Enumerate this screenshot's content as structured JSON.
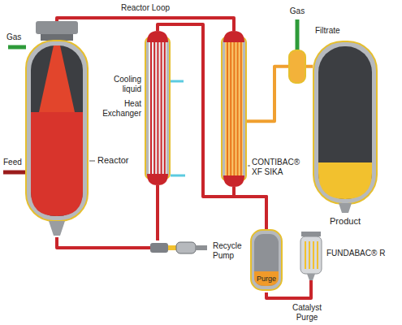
{
  "diagram": {
    "nodes": [
      {
        "text": [
          "Reactor"
        ]
      },
      {
        "text": [
          "Heat Exchanger"
        ]
      },
      {
        "text": [
          "CONTIBAC® XF SIKA"
        ]
      },
      {
        "text": [
          "Product"
        ]
      },
      {
        "text": [
          "Recycle Pump"
        ]
      },
      {
        "text": [
          "Purge"
        ]
      },
      {
        "text": [
          "FUNDABAC® R"
        ]
      }
    ],
    "edges": [
      {
        "from": 0,
        "to": 2,
        "label": "Reactor Loop",
        "arrow": "none"
      },
      {
        "from": 0,
        "to": 4,
        "arrow": "none"
      },
      {
        "from": 4,
        "to": 1,
        "arrow": "none"
      },
      {
        "from": 1,
        "to": 5,
        "arrow": "none"
      },
      {
        "from": 2,
        "to": 5,
        "arrow": "none"
      },
      {
        "from": 5,
        "to": 6,
        "arrow": "none"
      },
      {
        "from": 2,
        "to": 3,
        "arrow": "none"
      }
    ],
    "labels": [
      "Gas",
      "Feed",
      "Cooling liquid",
      "Gas",
      "Filtrate",
      "Catalyst Purge"
    ]
  }
}
